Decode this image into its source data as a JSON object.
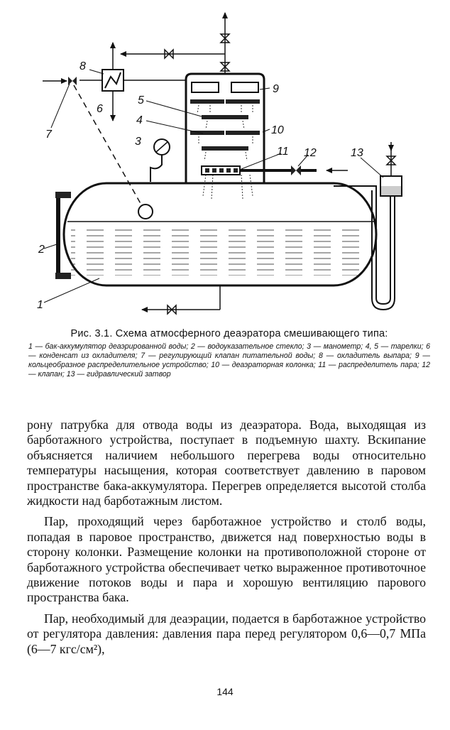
{
  "figure": {
    "labels": [
      "1",
      "2",
      "3",
      "4",
      "5",
      "6",
      "7",
      "8",
      "9",
      "10",
      "11",
      "12",
      "13"
    ]
  },
  "caption": {
    "title": "Рис. 3.1. Схема атмосферного деаэратора смешивающего типа:",
    "legend": "1 — бак-аккумулятор деаэрированной воды; 2 — водоуказательное стекло; 3 — манометр; 4, 5 — тарелки; 6 — конденсат из охладителя; 7 — регулирующий клапан питательной воды; 8 — охладитель выпара; 9 — кольцеобразное распределительное устройство; 10 — деаэраторная колонка; 11 — распределитель пара; 12 — клапан; 13 — гидравлический затвор"
  },
  "body": {
    "p1": "рону патрубка для отвода воды из деаэратора. Вода, выходящая из барботажного устройства, поступает в подъемную шахту. Вскипание объясняется наличием небольшого перегрева воды относительно температуры насыщения, которая соответствует давлению в паровом пространстве бака-аккумулятора. Перегрев определяется высотой столба жидкости над барботажным листом.",
    "p2": "Пар, проходящий через барботажное устройство и столб воды, попадая в паровое пространство, движется над поверхностью воды в сторону колонки. Размещение колонки на противоположной стороне от барботажного устройства обеспечивает четко выраженное противоточное движение потоков воды и пара и хорошую вентиляцию парового пространства бака.",
    "p3": "Пар, необходимый для деаэрации, подается в барботажное устройство от регулятора давления: давления пара перед регулятором 0,6—0,7 МПа (6—7 кгс/см²),"
  },
  "page_number": "144"
}
